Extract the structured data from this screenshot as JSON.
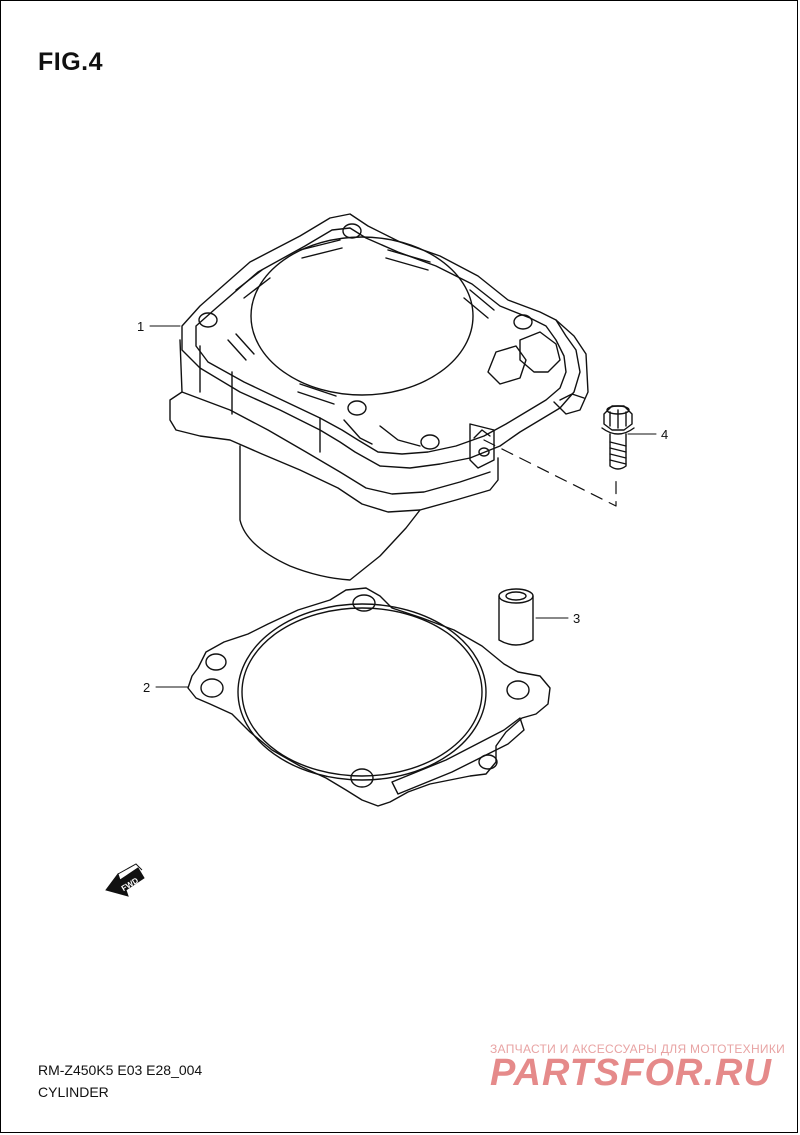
{
  "figure": {
    "title": "FIG.4",
    "code": "RM-Z450K5 E03 E28_004",
    "caption": "CYLINDER"
  },
  "callouts": [
    "1",
    "2",
    "3",
    "4"
  ],
  "fwd_label": "FWD",
  "watermark": {
    "tagline": "ЗАПЧАСТИ И АКСЕССУАРЫ ДЛЯ МОТОТЕХНИКИ",
    "brand": "PARTSFOR.RU",
    "color": "#e58a8a"
  }
}
